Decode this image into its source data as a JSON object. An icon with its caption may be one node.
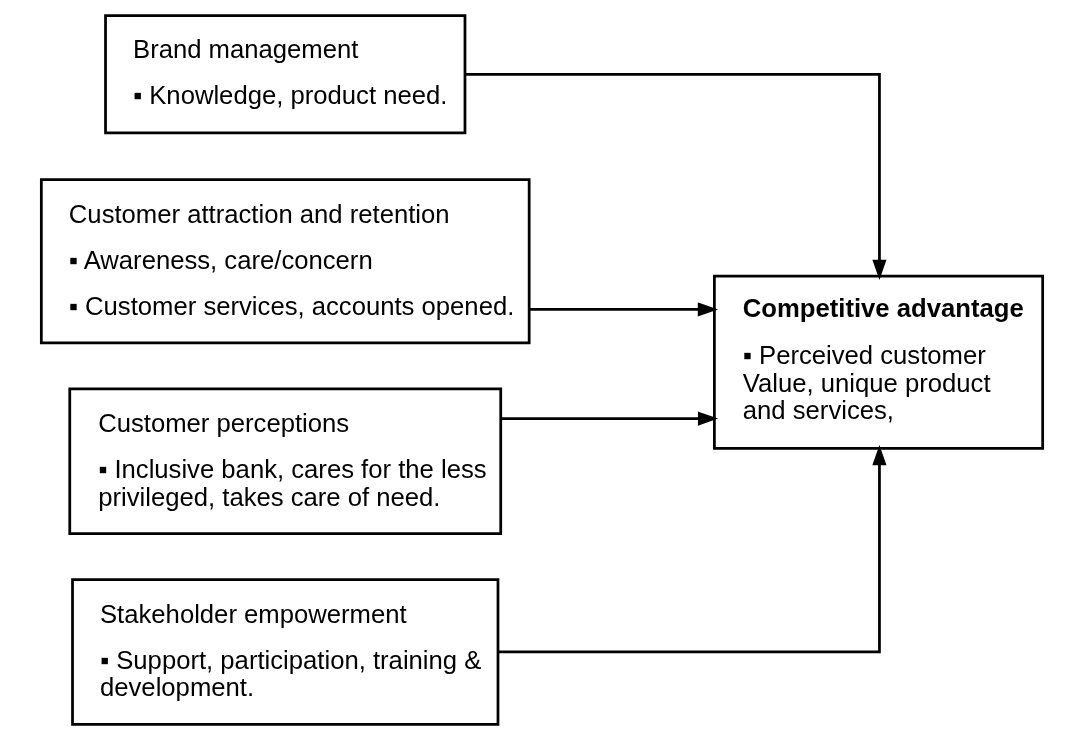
{
  "diagram": {
    "nodes": [
      {
        "text": [
          "Brand management",
          "▪ Knowledge, product need."
        ]
      },
      {
        "text": [
          "Customer attraction and retention",
          "▪ Awareness, care/concern",
          "▪ Customer services, accounts opened."
        ]
      },
      {
        "text": [
          "Customer perceptions",
          "▪ Inclusive bank, cares for the less privileged, takes care of need."
        ]
      },
      {
        "text": [
          "Stakeholder empowerment",
          "▪ Support, participation, training & development."
        ]
      },
      {
        "text": [
          "Competitive advantage",
          "▪ Perceived customer Value, unique product and services,"
        ]
      }
    ],
    "edges": [
      {
        "from": 0,
        "to": 4,
        "arrow": "to"
      },
      {
        "from": 1,
        "to": 4,
        "arrow": "to"
      },
      {
        "from": 2,
        "to": 4,
        "arrow": "to"
      },
      {
        "from": 3,
        "to": 4,
        "arrow": "to"
      }
    ]
  }
}
